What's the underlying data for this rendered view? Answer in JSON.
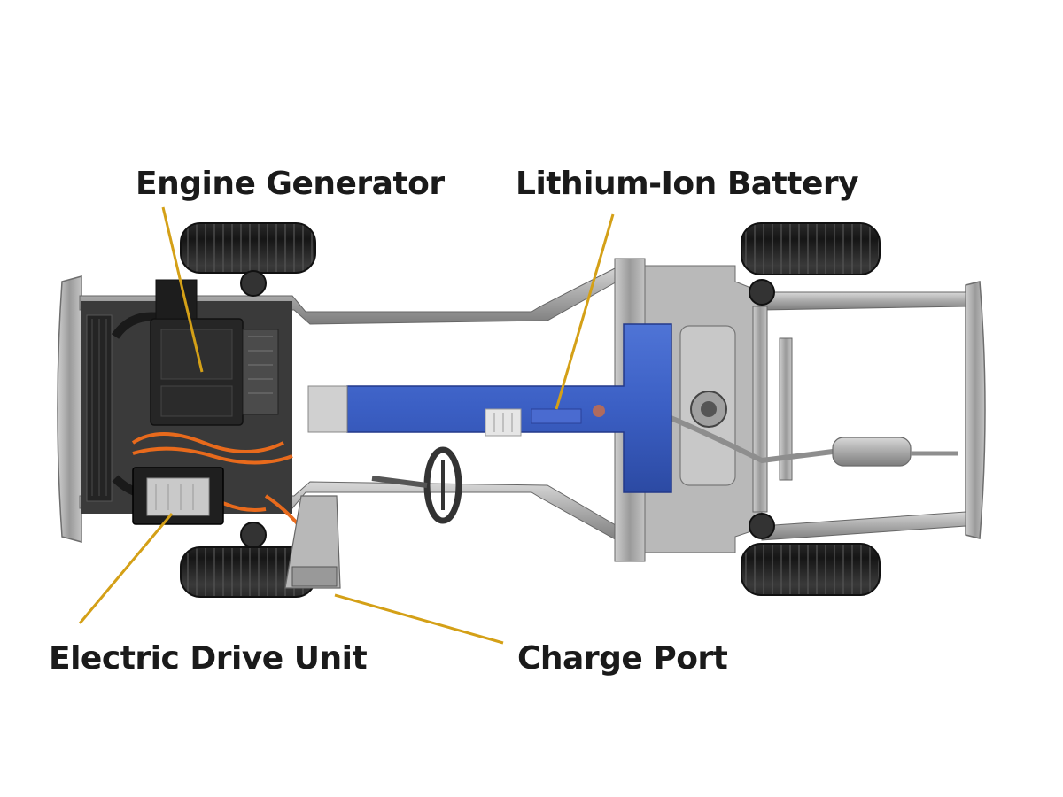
{
  "labels": {
    "engine_generator": "Engine Generator",
    "lithium_ion_battery": "Lithium-Ion Battery",
    "electric_drive_unit": "Electric Drive Unit",
    "charge_port": "Charge Port"
  },
  "colors": {
    "callout_line": "#d4a017",
    "battery": "#3a5fc8",
    "label_text": "#1a1a1a",
    "orange_cable": "#e86a1c",
    "tire": "#1e1e1e",
    "frame": "#9a9a9a"
  }
}
